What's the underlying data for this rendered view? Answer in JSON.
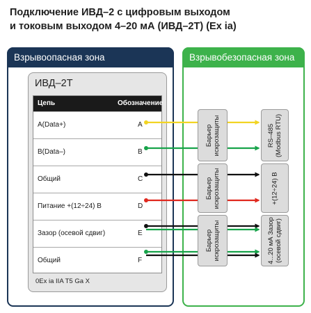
{
  "title": {
    "line1": "Подключение ИВД–2 с цифровым выходом",
    "line2": "и токовым выходом 4–20 мА (ИВД–2Т) (Ex ia)"
  },
  "zones": {
    "hazard": "Взрывоопасная зона",
    "safe": "Взрывобезопасная зона"
  },
  "device": {
    "name": "ИВД–2Т",
    "col_circuit": "Цепь",
    "col_designation": "Обозначение",
    "rows": [
      {
        "circuit": "A(Data+)",
        "pin": "A"
      },
      {
        "circuit": "B(Data–)",
        "pin": "B"
      },
      {
        "circuit": "Общий",
        "pin": "C"
      },
      {
        "circuit": "Питание +(12÷24) В",
        "pin": "D"
      },
      {
        "circuit": "Зазор (осевой сдвиг)",
        "pin": "E"
      },
      {
        "circuit": "Общий",
        "pin": "F"
      }
    ],
    "ex_marking": "0Ex ia IIA T5 Ga X"
  },
  "barriers": [
    {
      "line1": "Барьер",
      "line2": "искрозащиты"
    },
    {
      "line1": "Барьер",
      "line2": "искрозащиты"
    },
    {
      "line1": "Барьер",
      "line2": "искрозащиты"
    }
  ],
  "targets": [
    {
      "line1": "RS–485",
      "line2": "(Modbus RTU)"
    },
    {
      "line1": "+(12÷24) В",
      "line2": ""
    },
    {
      "line1": "4...20 мА Зазор",
      "line2": "(осевой сдвиг)"
    }
  ],
  "colors": {
    "hazard_zone": "#1b3556",
    "safe_zone": "#3db24b",
    "wire_a": "#f2d422",
    "wire_b": "#17a34a",
    "wire_c": "#111111",
    "wire_d": "#e0281e",
    "wire_e": "#111111",
    "wire_f": "#111111"
  }
}
